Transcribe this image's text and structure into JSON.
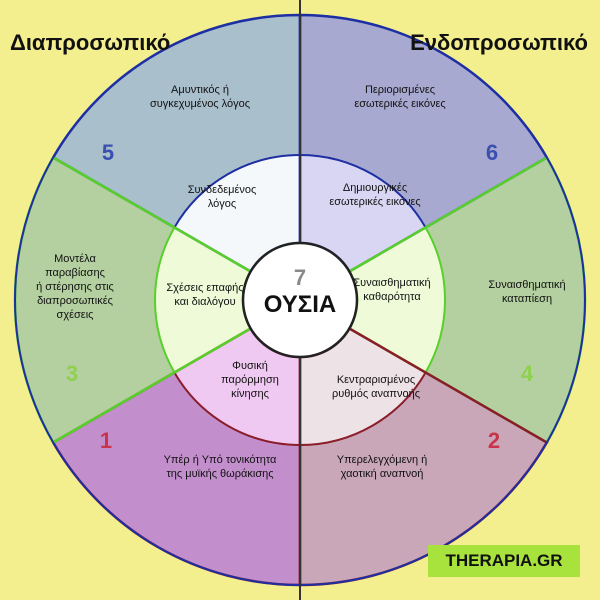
{
  "headers": {
    "left": "Διαπροσωπικό",
    "right": "Ενδοπροσωπικό"
  },
  "center": {
    "number": "7",
    "label": "ΟΥΣΙΑ"
  },
  "brand": "THERAPIA.GR",
  "sectors": [
    {
      "number": "5",
      "number_color": "#3a4fb0",
      "outer_lines": [
        "Αμυντικός ή",
        "συγκεχυμένος λόγος"
      ],
      "inner_lines": [
        "Συνδεδεμένος",
        "λόγος"
      ],
      "outer_color": "#a9bfcc",
      "inner_color": "#f4f8fb",
      "border_color": "#1d2fa3"
    },
    {
      "number": "6",
      "number_color": "#3a4fb0",
      "outer_lines": [
        "Περιορισμένες",
        "εσωτερικές εικόνες"
      ],
      "inner_lines": [
        "Δημιουργικές",
        "εσωτερικές εικόνες"
      ],
      "outer_color": "#a8a9d0",
      "inner_color": "#d8d6f2",
      "border_color": "#1d2fa3"
    },
    {
      "number": "4",
      "number_color": "#8fd14f",
      "outer_lines": [
        "Συναισθηματική",
        "καταπίεση"
      ],
      "inner_lines": [
        "Συναισθηματική",
        "καθαρότητα"
      ],
      "outer_color": "#b4d0a0",
      "inner_color": "#eefad8",
      "border_color": "#58d02a"
    },
    {
      "number": "2",
      "number_color": "#c8344a",
      "outer_lines": [
        "Υπερελεγχόμενη ή",
        "χαοτική αναπνοή"
      ],
      "inner_lines": [
        "Κεντραρισμένος",
        "ρυθμός αναπνοής"
      ],
      "outer_color": "#c9a7b8",
      "inner_color": "#ede2e6",
      "border_color": "#8b1c2a"
    },
    {
      "number": "1",
      "number_color": "#c8344a",
      "outer_lines": [
        "Υπέρ ή Υπό τονικότητα",
        "της μυϊκής θωράκισης"
      ],
      "inner_lines": [
        "Φυσική",
        "παρόρμηση",
        "κίνησης"
      ],
      "outer_color": "#c28fcc",
      "inner_color": "#f0c9f2",
      "border_color": "#8b1c2a"
    },
    {
      "number": "3",
      "number_color": "#8fd14f",
      "outer_lines": [
        "Μοντέλα",
        "παραβίασης",
        "ή στέρησης στις",
        "διαπροσωπικές",
        "σχέσεις"
      ],
      "inner_lines": [
        "Σχέσεις επαφής",
        "και διαλόγου"
      ],
      "outer_color": "#b4d0a0",
      "inner_color": "#eefad8",
      "border_color": "#58d02a"
    }
  ],
  "colors": {
    "background": "#f3ee8e",
    "divider": "#333333",
    "outer_ring_edge": "#1d2fa3"
  }
}
